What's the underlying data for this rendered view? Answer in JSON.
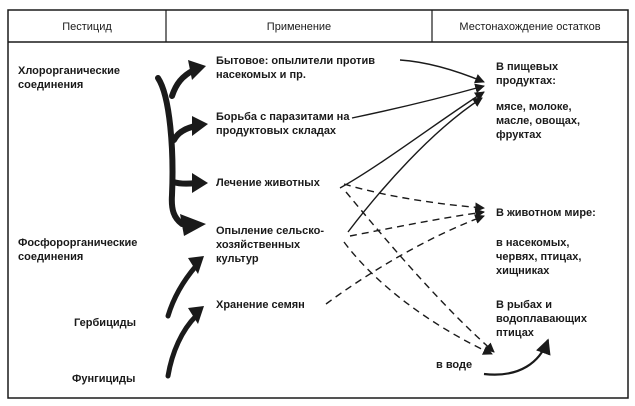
{
  "headers": {
    "pesticide": "Пестицид",
    "application": "Применение",
    "residues": "Местонахождение остатков"
  },
  "pesticides": {
    "organochlorine": "Хлорорганические\nсоединения",
    "organophosphorus": "Фосфорорганические\nсоединения",
    "herbicides": "Гербициды",
    "fungicides": "Фунгициды"
  },
  "uses": {
    "household": "Бытовое: опылители против\nнасекомых и пр.",
    "warehouse": "Борьба с паразитами на\nпродуктовых складах",
    "veterinary": "Лечение животных",
    "crops": "Опыление сельско-\nхозяйственных\nкультур",
    "seeds": "Хранение семян"
  },
  "residues": {
    "food": "В пищевых\nпродуктах:",
    "food_items": "мясе, молоке,\nмасле, овощах,\nфруктах",
    "animals": "В животном мире:",
    "animals_items": "в насекомых,\nчервях, птицах,\nхищниках",
    "fish": "В рыбах и\nводоплавающих\nптицах",
    "water": "в воде"
  },
  "colors": {
    "ink": "#1a1a1a",
    "background": "#ffffff"
  }
}
